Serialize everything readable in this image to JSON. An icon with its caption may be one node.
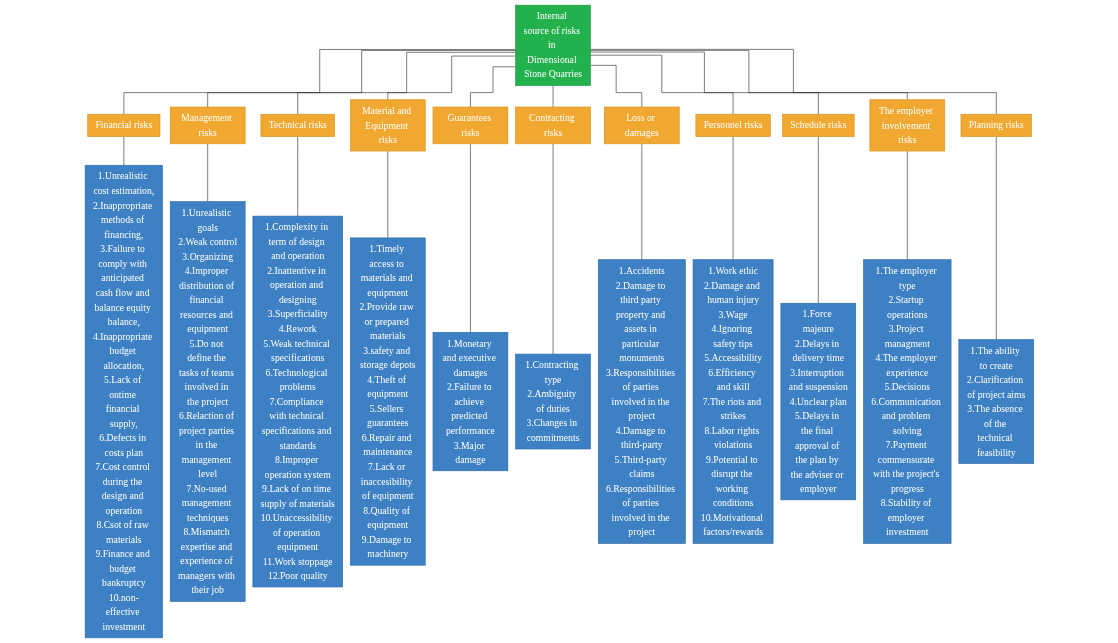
{
  "diagram": {
    "nodes": [
      {
        "text": [
          "Internal source of risks in Dimensional Stone Quarries"
        ]
      },
      {
        "text": [
          "Financial risks"
        ]
      },
      {
        "text": [
          "Management risks"
        ]
      },
      {
        "text": [
          "Technical risks"
        ]
      },
      {
        "text": [
          "Material and Equipment risks"
        ]
      },
      {
        "text": [
          "Guarantees risks"
        ]
      },
      {
        "text": [
          "Contracting risks"
        ]
      },
      {
        "text": [
          "Loss or damages"
        ]
      },
      {
        "text": [
          "Personnel risks"
        ]
      },
      {
        "text": [
          "Schedule risks"
        ]
      },
      {
        "text": [
          "The employer involvement risks"
        ]
      },
      {
        "text": [
          "Planning risks"
        ]
      },
      {
        "text": [
          "1.Unrealistic cost estimation,",
          "2.Inappropriate methods of financing,",
          "3.Failure to comply with anticipated cash flow and balance equity balance,",
          "4.Inappropriate budget allocation,",
          "5.Lack of ontime financial supply,",
          "6.Defects in costs plan",
          "7.Cost control during the design and operation",
          "8.Csot of raw materials",
          "9.Finance and budget bankruptcy",
          "10.non-effective investment"
        ]
      },
      {
        "text": [
          "1.Unrealistic goals",
          "2.Weak control",
          "3.Organizing",
          "4.Improper distribution of financial resources and equipment",
          "5.Do not define the tasks of teams involved in the project",
          "6.Relaction of project parties in the management level",
          "7.No-used management techniques",
          "8.Mismatch expertise and experience of managers with their job"
        ]
      },
      {
        "text": [
          "1.Complexity in term of design and operation",
          "2.Inattentive in operation and designing",
          "3.Superficiality",
          "4.Rework",
          "5.Weak technical specifications",
          "6.Technological problems",
          "7.Compliance with technical specifications and standards",
          "8.Improper operation system",
          "9.Lack of on time supply of materials",
          "10.Unaccessibility of operation equipment",
          "11.Work stoppage",
          "12.Poor quality"
        ]
      },
      {
        "text": [
          "1.Timely access to materials and equipment",
          "2.Provide raw or prepared materials",
          "3.safety and storage depots",
          "4.Theft of equipment",
          "5.Sellers guarantees",
          "6.Repair and maintenance",
          "7.Lack or inaccesibility of equipment",
          "8.Quality of equipment",
          "9.Damage to machinery"
        ]
      },
      {
        "text": [
          "1.Monetary and executive damages",
          "2.Failure to achieve predicted performance",
          "3.Major damage"
        ]
      },
      {
        "text": [
          "1.Contracting type",
          "2.Ambiguity of duties",
          "3.Changes in commitments"
        ]
      },
      {
        "text": [
          "1.Accidents",
          "2.Damage to third party property and assets in particular monuments",
          "3.Responsibilities of parties involved in the project",
          "4.Damage to third-party",
          "5.Third-party claims",
          "6.Responsibilities of parties involved in the project"
        ]
      },
      {
        "text": [
          "1.Work ethic",
          "2.Damage and human injury",
          "3.Wage",
          "4.Ignoring safety tips",
          "5.Accessibility",
          "6.Efficiency and skill",
          "7.The riots and strikes",
          "8.Labor rights violations",
          "9.Potential to disrupt the working conditions",
          "10.Motivational factors/rewards"
        ]
      },
      {
        "text": [
          "1.Force majeure",
          "2.Delays in delivery time",
          "3.Interruption and suspension",
          "4.Unclear plan",
          "5.Delays in the final approval of the plan by the adviser or employer"
        ]
      },
      {
        "text": [
          "1.The employer type",
          "2.Startup operations",
          "3.Project managment",
          "4.The employer experience",
          "5.Decisions",
          "6.Communication and problem solving",
          "7.Payment commensurate with the project's progress",
          "8.Stability of employer investment"
        ]
      },
      {
        "text": [
          "1.The ability to create",
          "2.Clarification of project aims",
          "3.The absence of the technical feasibility"
        ]
      }
    ],
    "edges": [
      {
        "from": 0,
        "to": 1,
        "arrow": "none"
      },
      {
        "from": 0,
        "to": 2,
        "arrow": "none"
      },
      {
        "from": 0,
        "to": 3,
        "arrow": "none"
      },
      {
        "from": 0,
        "to": 4,
        "arrow": "none"
      },
      {
        "from": 0,
        "to": 5,
        "arrow": "none"
      },
      {
        "from": 0,
        "to": 6,
        "arrow": "none"
      },
      {
        "from": 0,
        "to": 7,
        "arrow": "none"
      },
      {
        "from": 0,
        "to": 8,
        "arrow": "none"
      },
      {
        "from": 0,
        "to": 9,
        "arrow": "none"
      },
      {
        "from": 0,
        "to": 10,
        "arrow": "none"
      },
      {
        "from": 0,
        "to": 11,
        "arrow": "none"
      },
      {
        "from": 1,
        "to": 12,
        "arrow": "none"
      },
      {
        "from": 2,
        "to": 13,
        "arrow": "none"
      },
      {
        "from": 3,
        "to": 14,
        "arrow": "none"
      },
      {
        "from": 4,
        "to": 15,
        "arrow": "none"
      },
      {
        "from": 5,
        "to": 16,
        "arrow": "none"
      },
      {
        "from": 6,
        "to": 17,
        "arrow": "none"
      },
      {
        "from": 7,
        "to": 18,
        "arrow": "none"
      },
      {
        "from": 8,
        "to": 19,
        "arrow": "none"
      },
      {
        "from": 9,
        "to": 20,
        "arrow": "none"
      },
      {
        "from": 10,
        "to": 21,
        "arrow": "none"
      },
      {
        "from": 11,
        "to": 22,
        "arrow": "none"
      }
    ]
  }
}
